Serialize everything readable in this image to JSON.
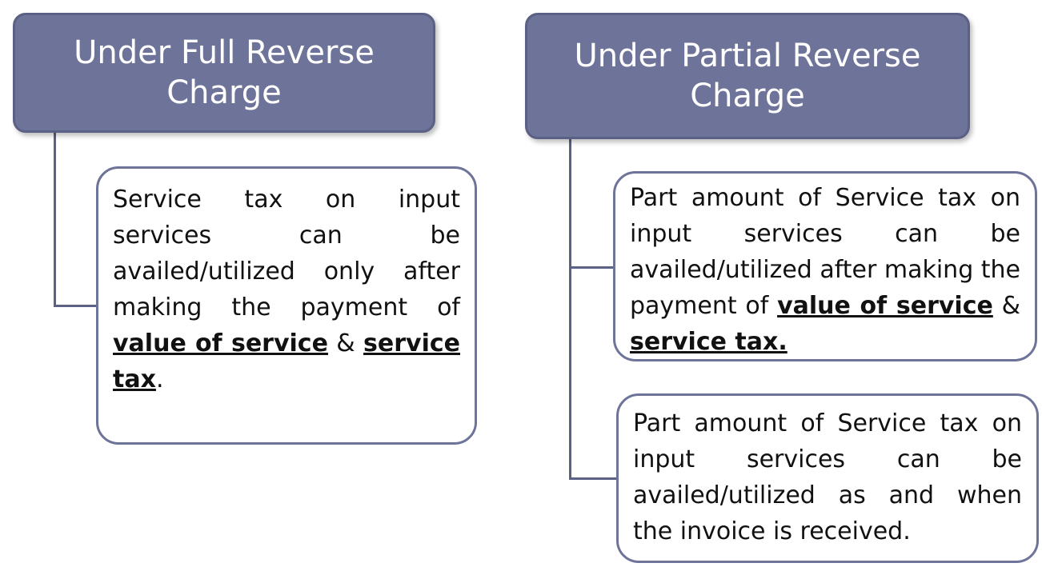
{
  "left_column": {
    "header": "Under Full Reverse Charge",
    "box": {
      "text_before": "Service tax on input services can be availed/utilized only after making the payment of ",
      "kw1": "value of service",
      "amp": " & ",
      "kw2": "service tax",
      "end": "."
    }
  },
  "right_column": {
    "header": "Under Partial Reverse Charge",
    "box1": {
      "text_before": "Part amount of Service tax on input services can be availed/utilized after making the payment of ",
      "kw1": "value of service",
      "amp": " & ",
      "kw2": "service tax."
    },
    "box2": {
      "text": "Part amount of Service tax on input services can be availed/utilized as and when the invoice is received."
    }
  },
  "colors": {
    "header_fill": "#6e7499",
    "header_border": "#5b6085",
    "box_border": "#6e7499",
    "connector": "#5b6085"
  }
}
